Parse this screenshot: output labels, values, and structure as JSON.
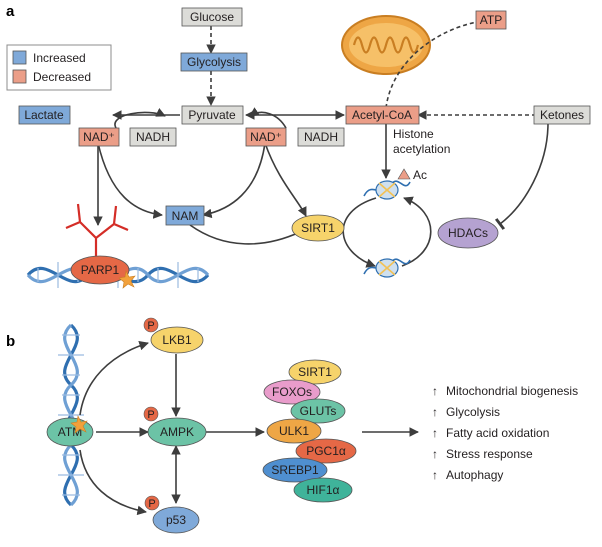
{
  "colors": {
    "increased": "#7fa9d9",
    "decreased": "#eb9e88",
    "neutral": "#dcdcd8",
    "sirt_yellow": "#f6d36b",
    "hdac_purple": "#b5a2d1",
    "parp_red": "#e56846",
    "ampk_green": "#6cc3a6",
    "mito_orange": "#eea645",
    "dna_blue": "#2f6fb0"
  },
  "panel_a": {
    "label": "a",
    "legend": {
      "increased": "Increased",
      "decreased": "Decreased"
    },
    "nodes": {
      "glucose": "Glucose",
      "glycolysis": "Glycolysis",
      "atp": "ATP",
      "lactate": "Lactate",
      "pyruvate": "Pyruvate",
      "acetyl_coa": "Acetyl-CoA",
      "ketones": "Ketones",
      "nad_left": "NAD⁺",
      "nadh_left": "NADH",
      "nad_right": "NAD⁺",
      "nadh_right": "NADH",
      "histone_line1": "Histone",
      "histone_line2": "acetylation",
      "ac": "Ac",
      "nam": "NAM",
      "sirt1": "SIRT1",
      "hdacs": "HDACs",
      "parp1": "PARP1"
    }
  },
  "panel_b": {
    "label": "b",
    "phospho": "P",
    "nodes": {
      "lkb1": "LKB1",
      "ampk": "AMPK",
      "atm": "ATM",
      "p53": "p53"
    },
    "targets": [
      "SIRT1",
      "FOXOs",
      "GLUTs",
      "ULK1",
      "PGC1α",
      "SREBP1",
      "HIF1α"
    ],
    "arrow_glyph": "↑",
    "outcomes": [
      "Mitochondrial biogenesis",
      "Glycolysis",
      "Fatty acid oxidation",
      "Stress response",
      "Autophagy"
    ]
  }
}
